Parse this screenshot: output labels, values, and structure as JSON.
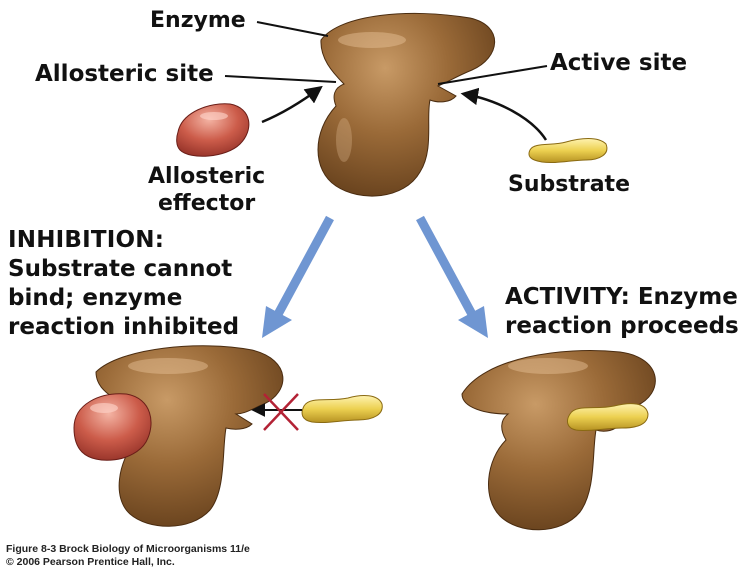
{
  "labels": {
    "enzyme": "Enzyme",
    "allosteric_site": "Allosteric site",
    "active_site": "Active site",
    "allosteric_effector_line1": "Allosteric",
    "allosteric_effector_line2": "effector",
    "substrate": "Substrate"
  },
  "inhibition": {
    "heading": "INHIBITION:",
    "line1": "Substrate cannot",
    "line2": "bind; enzyme",
    "line3": "reaction inhibited"
  },
  "activity": {
    "heading": "ACTIVITY:",
    "line1_rest": " Enzyme",
    "line2": "reaction proceeds"
  },
  "caption": {
    "line1": "Figure 8-3  Brock Biology of Microorganisms 11/e",
    "line2": "© 2006 Pearson Prentice Hall, Inc."
  },
  "colors": {
    "enzyme": "#8a5a2c",
    "effector": "#b84a3c",
    "substrate": "#e2c23a",
    "flow_arrow": "#6f96d2",
    "block_mark": "#b32235"
  }
}
